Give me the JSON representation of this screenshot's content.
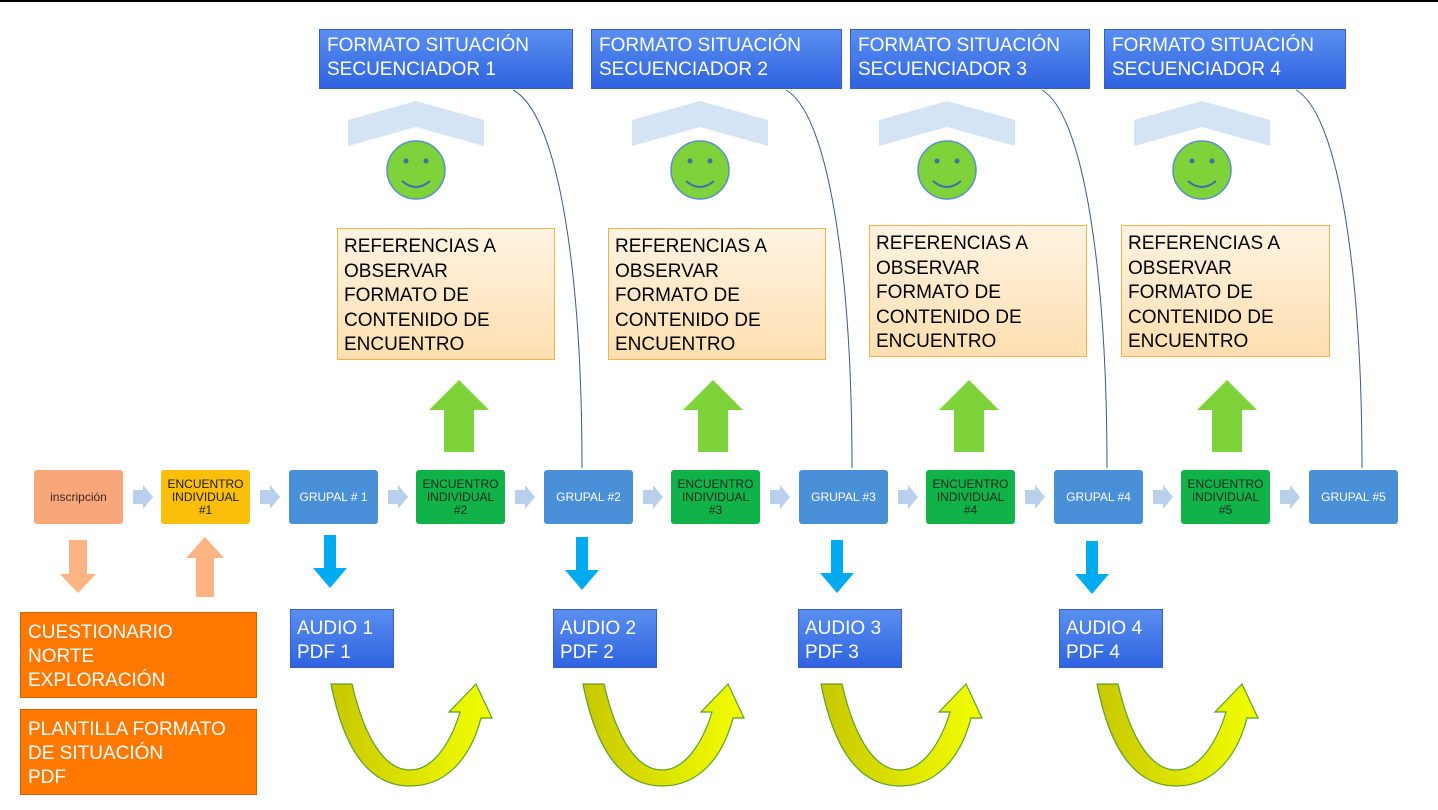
{
  "formato_boxes": [
    {
      "label": "FORMATO SITUACIÓN\nSECUENCIADOR 1"
    },
    {
      "label": "FORMATO SITUACIÓN\nSECUENCIADOR 2"
    },
    {
      "label": "FORMATO SITUACIÓN\nSECUENCIADOR 3"
    },
    {
      "label": "FORMATO SITUACIÓN\nSECUENCIADOR 4"
    }
  ],
  "referencias_boxes": [
    {
      "label": "REFERENCIAS A\nOBSERVAR\nFORMATO DE\nCONTENIDO DE\nENCUENTRO"
    },
    {
      "label": "REFERENCIAS A\nOBSERVAR\nFORMATO DE\nCONTENIDO DE\nENCUENTRO"
    },
    {
      "label": "REFERENCIAS A\nOBSERVAR\nFORMATO DE\nCONTENIDO DE\nENCUENTRO"
    },
    {
      "label": "REFERENCIAS A\nOBSERVAR\nFORMATO DE\nCONTENIDO DE\nENCUENTRO"
    }
  ],
  "flow_nodes": [
    {
      "label": "inscripción"
    },
    {
      "label": "ENCUENTRO\nINDIVIDUAL\n#1"
    },
    {
      "label": "GRUPAL # 1"
    },
    {
      "label": "ENCUENTRO\nINDIVIDUAL\n#2"
    },
    {
      "label": "GRUPAL #2"
    },
    {
      "label": "ENCUENTRO\nINDIVIDUAL\n#3"
    },
    {
      "label": "GRUPAL #3"
    },
    {
      "label": "ENCUENTRO\nINDIVIDUAL\n#4"
    },
    {
      "label": "GRUPAL #4"
    },
    {
      "label": "ENCUENTRO\nINDIVIDUAL\n#5"
    },
    {
      "label": "GRUPAL #5"
    }
  ],
  "audio_boxes": [
    {
      "label": "AUDIO 1\nPDF 1"
    },
    {
      "label": "AUDIO 2\nPDF 2"
    },
    {
      "label": "AUDIO 3\nPDF 3"
    },
    {
      "label": "AUDIO 4\nPDF 4"
    }
  ],
  "resource_boxes": [
    {
      "label": "CUESTIONARIO\nNORTE\nEXPLORACIÓN"
    },
    {
      "label": "PLANTILLA FORMATO\nDE SITUACIÓN\nPDF"
    }
  ],
  "colors": {
    "formato_blue": "#3a6fe6",
    "referencias_fill": "#fee5bf",
    "inscripcion": "#f9a77a",
    "individual_1": "#fbbf09",
    "grupal": "#4a90d9",
    "individual": "#12b24a",
    "green_arrow": "#7ed23a",
    "smiley": "#7ed23a",
    "down_arrow": "#00aaee",
    "resource_orange": "#ff7800",
    "cycle_arrow": "#e8f200"
  }
}
